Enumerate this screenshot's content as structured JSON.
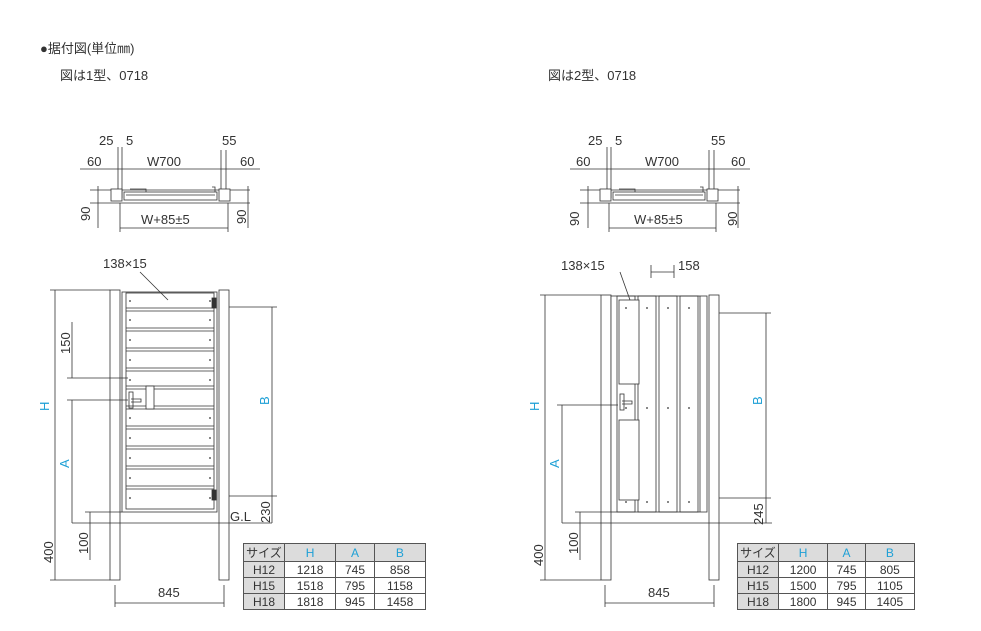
{
  "header": {
    "title": "●据付図(単位㎜)",
    "left_caption": "図は1型、0718",
    "right_caption": "図は2型、0718"
  },
  "left": {
    "plan": {
      "d25": "25",
      "d5": "5",
      "d55": "55",
      "d60a": "60",
      "w700": "W700",
      "d60b": "60",
      "d90a": "90",
      "d90b": "90",
      "wplus": "W+85±5"
    },
    "elev": {
      "slat": "138×15",
      "h": "H",
      "a": "A",
      "b": "B",
      "d150": "150",
      "d100": "100",
      "d400": "400",
      "d230": "230",
      "gl": "G.L",
      "d845": "845"
    },
    "table": {
      "headers": [
        "サイズ",
        "H",
        "A",
        "B"
      ],
      "rows": [
        [
          "H12",
          "1218",
          "745",
          "858"
        ],
        [
          "H15",
          "1518",
          "795",
          "1158"
        ],
        [
          "H18",
          "1818",
          "945",
          "1458"
        ]
      ]
    }
  },
  "right": {
    "plan": {
      "d25": "25",
      "d5": "5",
      "d55": "55",
      "d60a": "60",
      "w700": "W700",
      "d60b": "60",
      "d90a": "90",
      "d90b": "90",
      "wplus": "W+85±5"
    },
    "elev": {
      "slat": "138×15",
      "d158": "158",
      "h": "H",
      "a": "A",
      "b": "B",
      "d100": "100",
      "d400": "400",
      "d245": "245",
      "d845": "845"
    },
    "table": {
      "headers": [
        "サイズ",
        "H",
        "A",
        "B"
      ],
      "rows": [
        [
          "H12",
          "1200",
          "745",
          "805"
        ],
        [
          "H15",
          "1500",
          "795",
          "1105"
        ],
        [
          "H18",
          "1800",
          "945",
          "1405"
        ]
      ]
    }
  }
}
